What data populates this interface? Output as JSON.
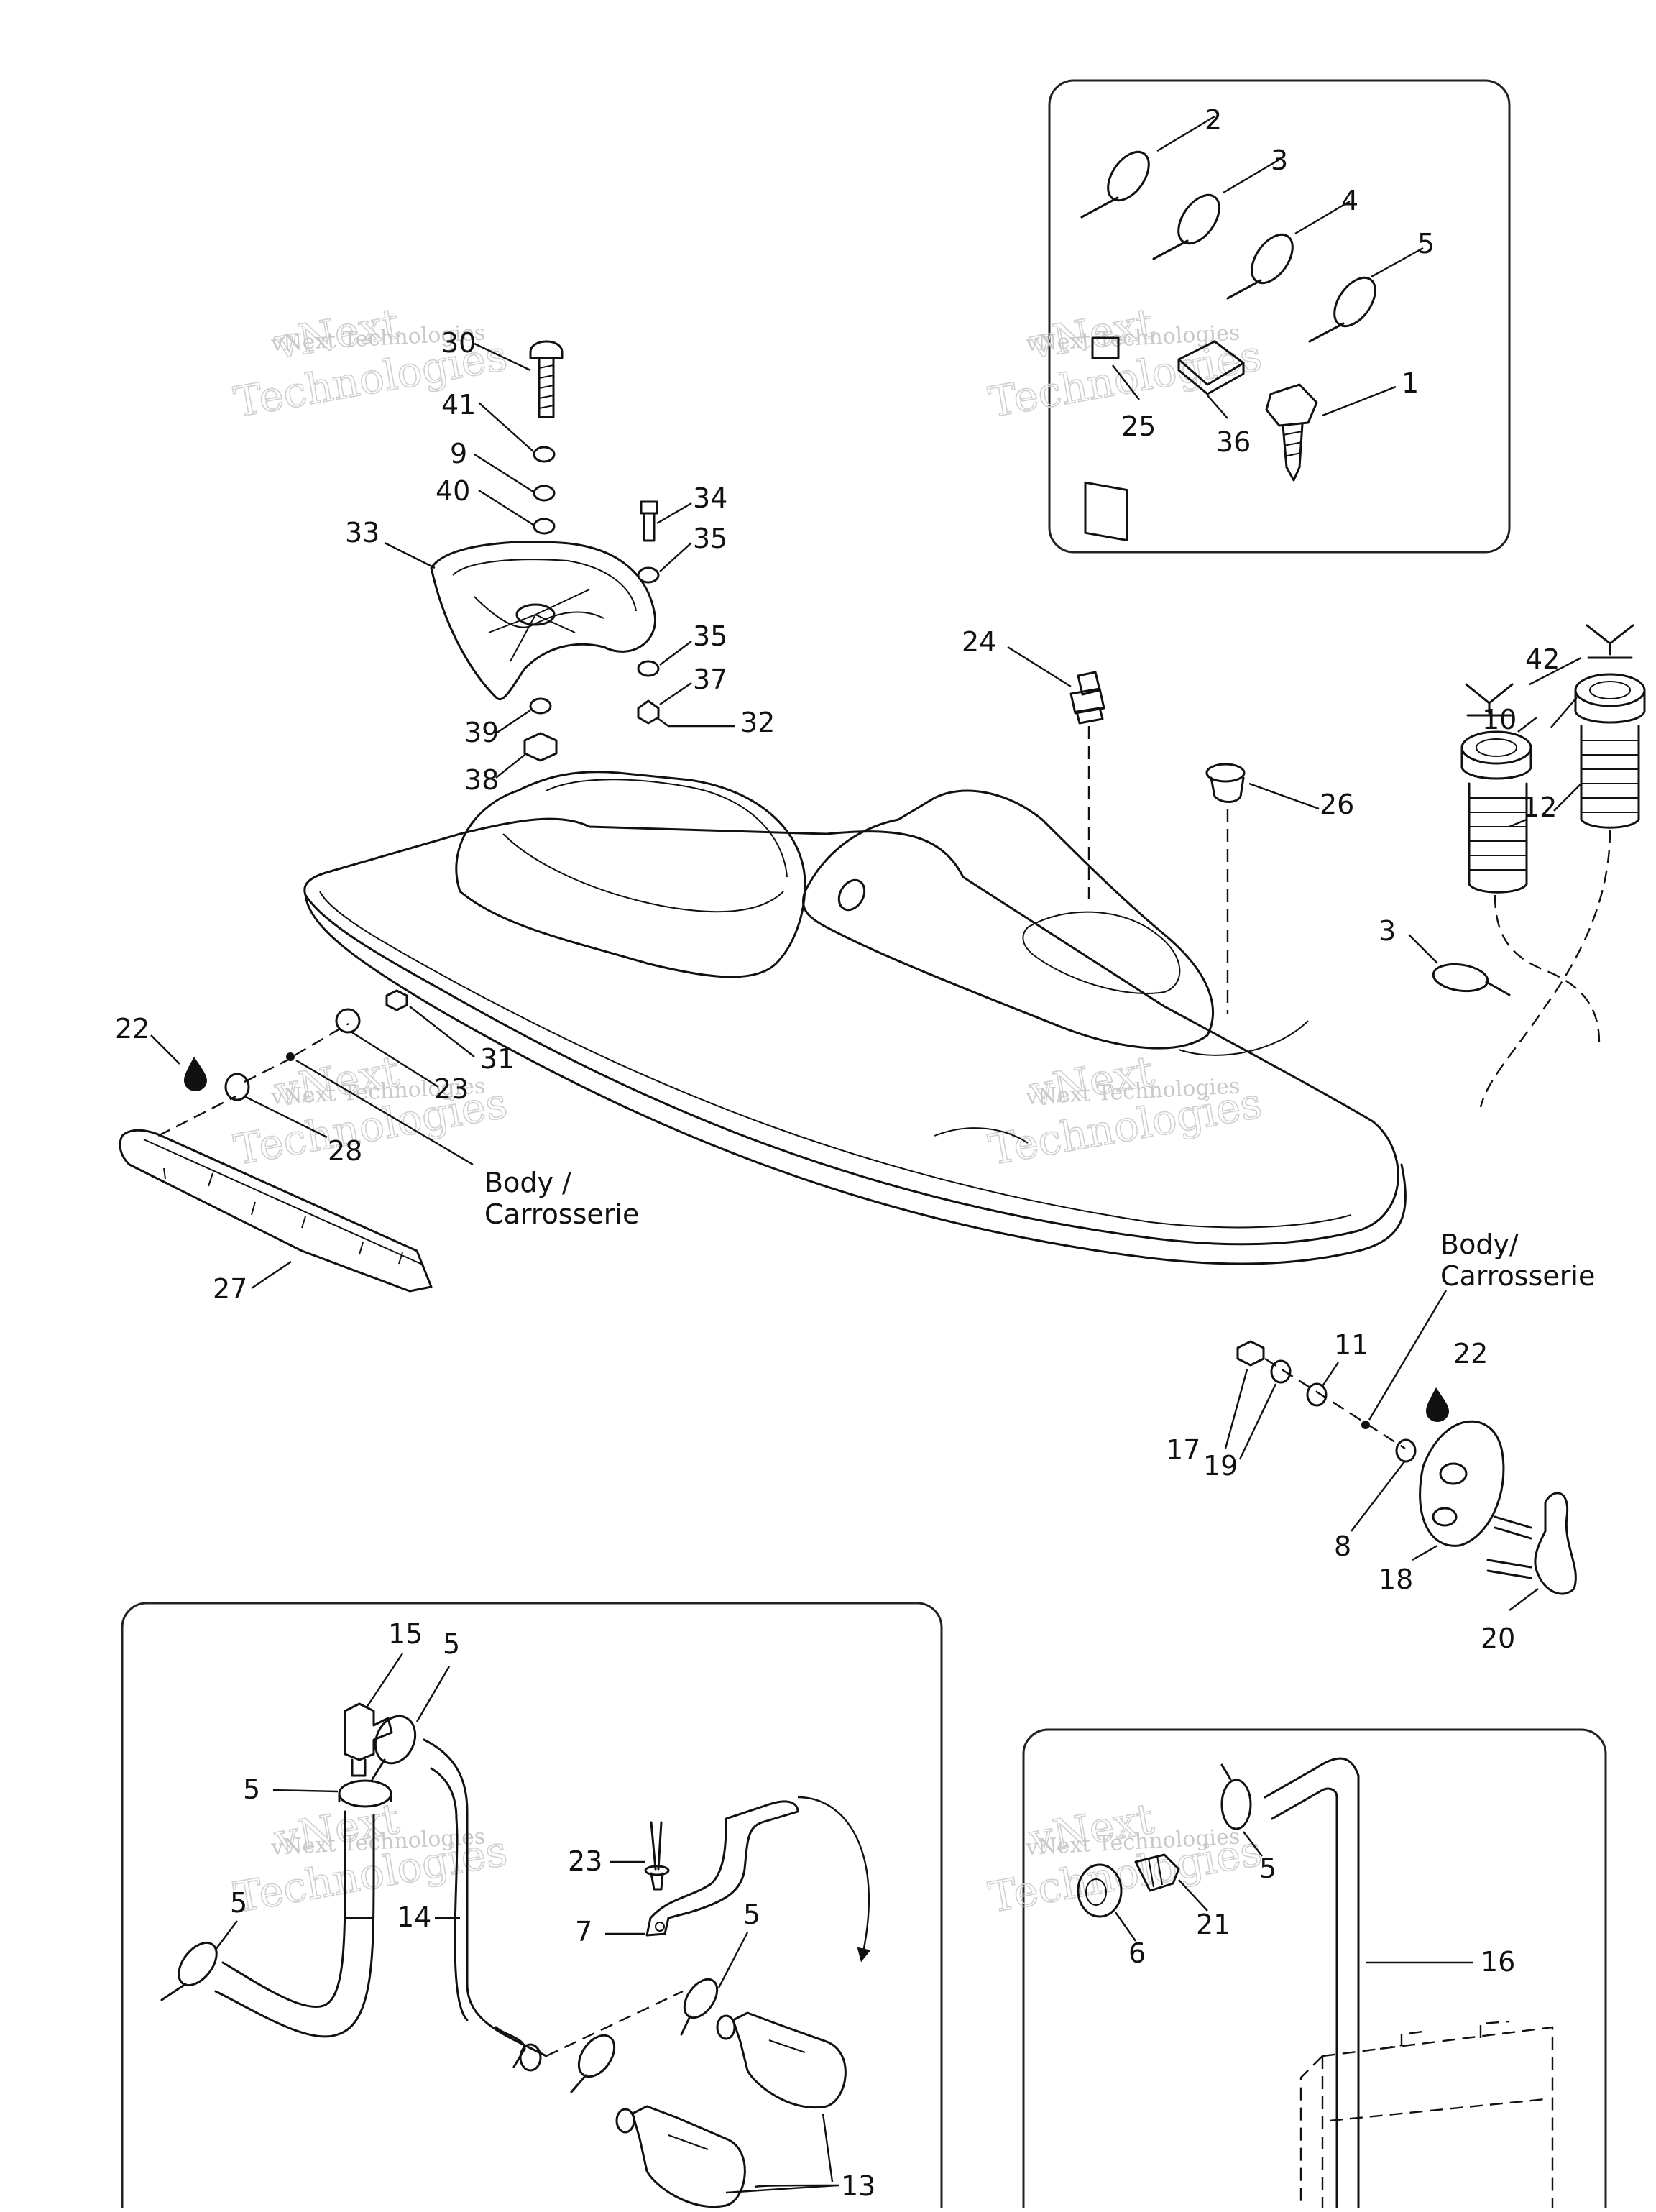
{
  "diagram": {
    "callouts": {
      "c1": "1",
      "c2": "2",
      "c3a": "3",
      "c3b": "3",
      "c4": "4",
      "c5a": "5",
      "c5b": "5",
      "c5c": "5",
      "c5d": "5",
      "c5e": "5",
      "c5f": "5",
      "c6": "6",
      "c7": "7",
      "c8": "8",
      "c9": "9",
      "c10": "10",
      "c11": "11",
      "c12": "12",
      "c13": "13",
      "c14": "14",
      "c15": "15",
      "c16": "16",
      "c17": "17",
      "c18": "18",
      "c19": "19",
      "c20": "20",
      "c21": "21",
      "c22a": "22",
      "c22b": "22",
      "c23a": "23",
      "c23b": "23",
      "c24": "24",
      "c25": "25",
      "c26": "26",
      "c27": "27",
      "c28": "28",
      "c30": "30",
      "c31": "31",
      "c32": "32",
      "c33": "33",
      "c34": "34",
      "c35a": "35",
      "c35b": "35",
      "c36": "36",
      "c37": "37",
      "c38": "38",
      "c39": "39",
      "c40": "40",
      "c41": "41",
      "c42": "42"
    },
    "labels": {
      "body_left_1": "Body /",
      "body_left_2": "Carrosserie",
      "body_right_1": "Body/",
      "body_right_2": "Carrosserie"
    },
    "watermark": {
      "small": "vNext Technologies",
      "big": "vNext",
      "big2": "Technologies"
    }
  }
}
